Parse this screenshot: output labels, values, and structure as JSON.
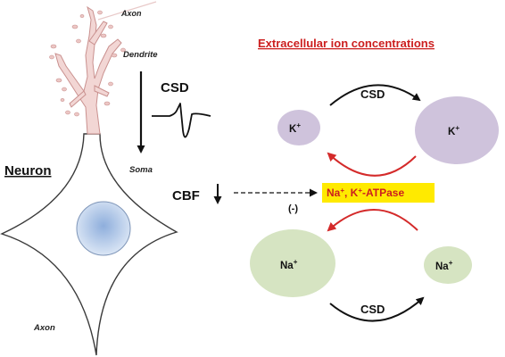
{
  "neuron": {
    "label": "Neuron",
    "axon_top": "Axon",
    "dendrite": "Dendrite",
    "soma": "Soma",
    "axon_bottom": "Axon"
  },
  "signals": {
    "csd_label": "CSD",
    "cbf_label": "CBF",
    "inhibit_label": "(-)"
  },
  "extracellular": {
    "title": "Extracellular ion concentrations",
    "k_small": "K",
    "k_large": "K",
    "ion_charge": "+",
    "csd_top": "CSD",
    "csd_bottom": "CSD",
    "na_large": "Na",
    "na_small": "Na",
    "pump_prefix": "Na",
    "pump_middle": ", K",
    "pump_suffix": "-ATPase"
  },
  "colors": {
    "title_red": "#cc1f1f",
    "arrow_red": "#d42a2a",
    "potassium_fill": "#cfc3dc",
    "sodium_fill": "#d6e4c2",
    "pump_highlight": "#ffea00",
    "dendrite_fill": "#f2d6d4",
    "nucleus_fill": "#b8cbe7"
  }
}
